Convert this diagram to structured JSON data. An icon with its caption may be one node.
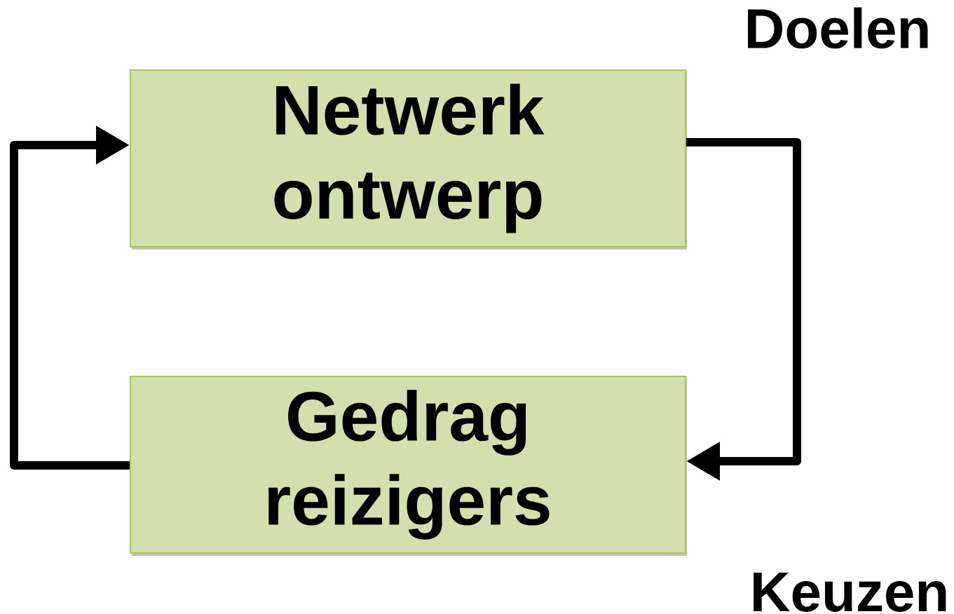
{
  "diagram": {
    "nodes": [
      {
        "text": [
          "Netwerk ontwerp"
        ]
      },
      {
        "text": [
          "Gedrag reizigers"
        ]
      }
    ],
    "edges": [
      {
        "from": 0,
        "to": 1,
        "arrow": "to"
      },
      {
        "from": 1,
        "to": 0,
        "arrow": "to"
      }
    ],
    "labels": [
      "Doelen",
      "Keuzen"
    ]
  }
}
